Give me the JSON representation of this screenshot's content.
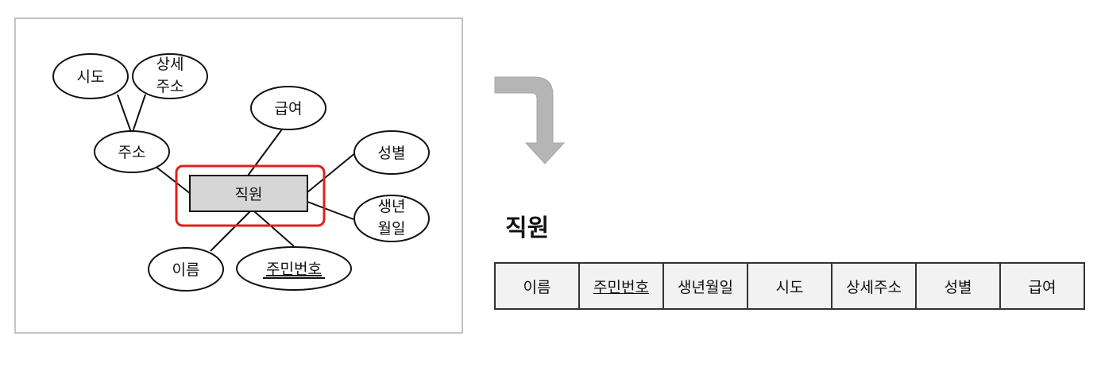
{
  "er_diagram": {
    "entity": "직원",
    "attributes": {
      "sido": "시도",
      "detail_address_line1": "상세",
      "detail_address_line2": "주소",
      "address": "주소",
      "salary": "급여",
      "gender": "성별",
      "birthdate_line1": "생년",
      "birthdate_line2": "월일",
      "name": "이름",
      "resident_number": "주민번호"
    }
  },
  "relation": {
    "title": "직원",
    "columns": [
      "이름",
      "주민번호",
      "생년월일",
      "시도",
      "상세주소",
      "성별",
      "급여"
    ],
    "primary_key_index": 1
  },
  "colors": {
    "highlight": "#e0201b",
    "entity_fill": "#d6d6d6",
    "arrow": "#b5b5b5",
    "table_cell": "#f2f2f2"
  }
}
